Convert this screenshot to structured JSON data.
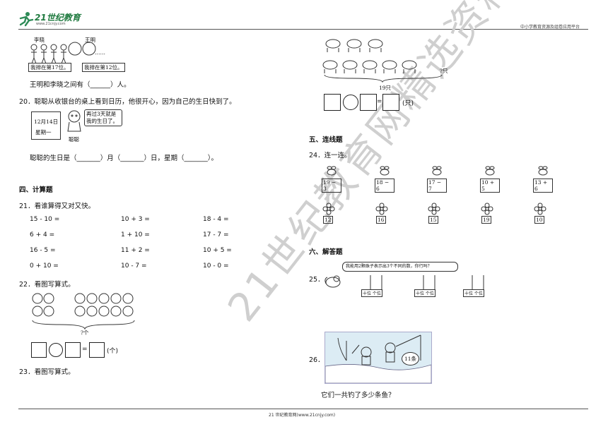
{
  "header": {
    "logo_text": "21世纪教育",
    "logo_sub": "www.21cnjy.com",
    "right_text": "中小学教育资源及组卷应用平台"
  },
  "footer": {
    "text": "21 世纪教育网(www.21cnjy.com)"
  },
  "watermark": "21世纪教育网精选资料",
  "left": {
    "q19": {
      "name_lixiao": "李晓",
      "name_wangming": "王明",
      "dots": "……",
      "sign1": "我排在第17位。",
      "sign2": "我排在第12位。",
      "question": "王明和李晓之间有（______）人。"
    },
    "q20": {
      "stem": "20．聪聪从收银台的桌上看到日历，他很开心，因为自己的生日快到了。",
      "calendar_date": "12月14日",
      "calendar_day": "星期一",
      "bubble": "再过3天就是我的生日了。",
      "kid_name": "聪聪",
      "answer_line": "聪聪的生日是（_______）月（_______）日，星期（_______）。"
    },
    "sec4_title": "四、计算题",
    "q21": {
      "stem": "21．看谁算得又对又快。",
      "rows": [
        [
          "15 - 10 =",
          "10 + 3 =",
          "18 - 4 ="
        ],
        [
          "6 + 4 =",
          "1 + 10 =",
          "17 - 7 ="
        ],
        [
          "16 - 5 =",
          "11 + 2 =",
          "10 + 5 ="
        ],
        [
          "0 + 10 =",
          "10 - 7 =",
          "10 - 0 ="
        ]
      ]
    },
    "q22": {
      "stem": "22．看图写算式。",
      "question_mark": "?个",
      "unit": "(个)",
      "eq": "="
    },
    "q23": {
      "stem": "23．看图写算式。"
    }
  },
  "right": {
    "q23_pic": {
      "total": "19只",
      "question_mark": "?只",
      "unit": "(只)",
      "eq": "="
    },
    "sec5_title": "五、连线题",
    "q24": {
      "stem": "24．连一连。",
      "bees": [
        "19 − 3",
        "18 − 6",
        "17 − 7",
        "10 + 5",
        "13 + 6"
      ],
      "flowers": [
        "12",
        "16",
        "15",
        "19",
        "10"
      ]
    },
    "sec6_title": "六、解答题",
    "q25": {
      "num": "25．",
      "bubble": "我能用2颗珠子表示出3个不同的数，你行吗？",
      "abacus_label": "十位 个位"
    },
    "q26": {
      "num": "26．",
      "bucket": "11条",
      "question": "它们一共钓了多少条鱼？"
    }
  }
}
